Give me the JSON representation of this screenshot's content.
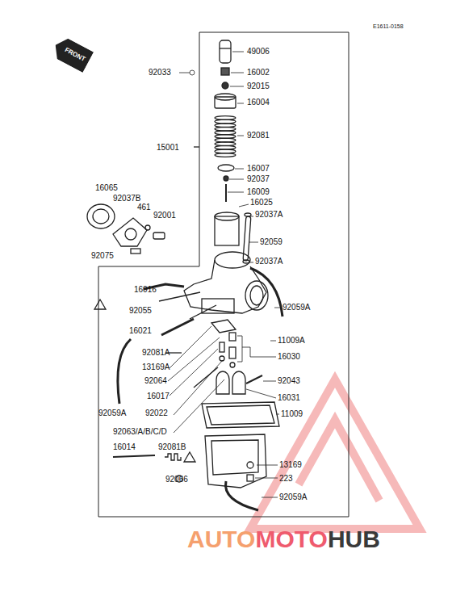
{
  "diagram": {
    "nodes": [
      {
        "text": [
          "FRONT"
        ]
      }
    ],
    "labels": [
      "E1611-0158",
      "49006",
      "92033",
      "16002",
      "92015",
      "16004",
      "92081",
      "15001",
      "16007",
      "92037",
      "16009",
      "16065",
      "92037B",
      "16025",
      "461",
      "92001",
      "92037A",
      "92059",
      "92075",
      "92037A",
      "16016",
      "92055",
      "92059A",
      "16021",
      "92081A",
      "11009A",
      "16030",
      "13169A",
      "92064",
      "92043",
      "16017",
      "16031",
      "92022",
      "92059A",
      "11009",
      "92063/A/B/C/D",
      "16014",
      "92081B",
      "13169",
      "223",
      "92066",
      "92059A",
      "AUTO",
      "MOTO",
      "HUB"
    ]
  }
}
